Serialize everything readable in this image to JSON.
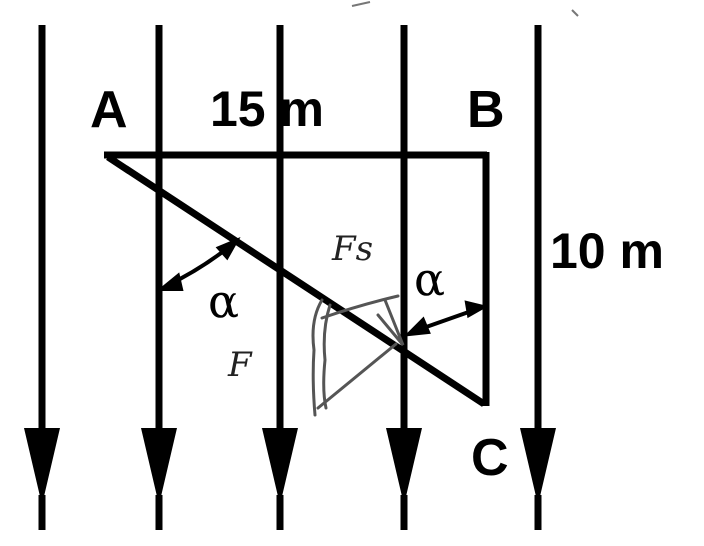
{
  "labels": {
    "point_a": "A",
    "point_b": "B",
    "point_c": "C",
    "length_ab": "15 m",
    "length_bc": "10 m",
    "angle_left": "α",
    "angle_right": "α",
    "force_F": "F",
    "force_Fs": "Fs"
  },
  "colors": {
    "ink": "#000000",
    "pencil": "#555555",
    "background": "#ffffff"
  }
}
